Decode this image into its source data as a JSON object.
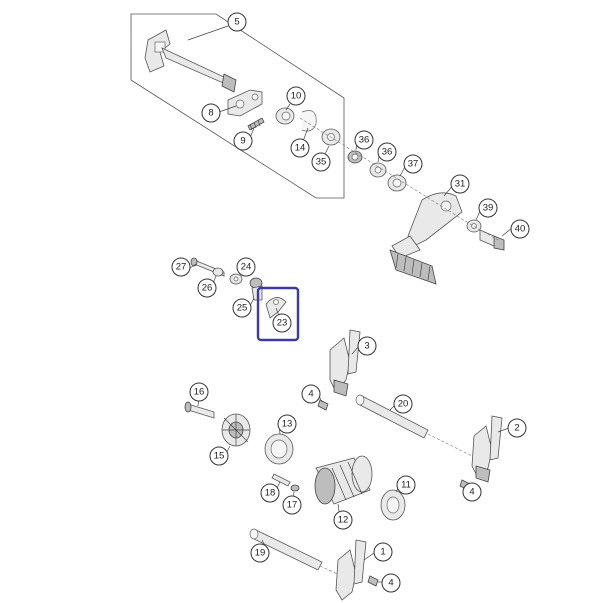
{
  "callouts": [
    {
      "id": "c5",
      "label": "5"
    },
    {
      "id": "c8",
      "label": "8"
    },
    {
      "id": "c9",
      "label": "9"
    },
    {
      "id": "c10",
      "label": "10"
    },
    {
      "id": "c14",
      "label": "14"
    },
    {
      "id": "c35",
      "label": "35"
    },
    {
      "id": "c36a",
      "label": "36"
    },
    {
      "id": "c36b",
      "label": "36"
    },
    {
      "id": "c37",
      "label": "37"
    },
    {
      "id": "c31",
      "label": "31"
    },
    {
      "id": "c39",
      "label": "39"
    },
    {
      "id": "c40",
      "label": "40"
    },
    {
      "id": "c27",
      "label": "27"
    },
    {
      "id": "c24",
      "label": "24"
    },
    {
      "id": "c26",
      "label": "26"
    },
    {
      "id": "c25",
      "label": "25"
    },
    {
      "id": "c23",
      "label": "23"
    },
    {
      "id": "c3",
      "label": "3"
    },
    {
      "id": "c16",
      "label": "16"
    },
    {
      "id": "c4a",
      "label": "4"
    },
    {
      "id": "c20",
      "label": "20"
    },
    {
      "id": "c2",
      "label": "2"
    },
    {
      "id": "c13",
      "label": "13"
    },
    {
      "id": "c15",
      "label": "15"
    },
    {
      "id": "c4b",
      "label": "4"
    },
    {
      "id": "c18",
      "label": "18"
    },
    {
      "id": "c17",
      "label": "17"
    },
    {
      "id": "c11",
      "label": "11"
    },
    {
      "id": "c12",
      "label": "12"
    },
    {
      "id": "c19",
      "label": "19"
    },
    {
      "id": "c1",
      "label": "1"
    },
    {
      "id": "c4c",
      "label": "4"
    }
  ],
  "highlighted_callout": "23",
  "colors": {
    "highlight": "#3a3aa8",
    "line": "#444444",
    "part_fill": "#e9e9e9"
  }
}
